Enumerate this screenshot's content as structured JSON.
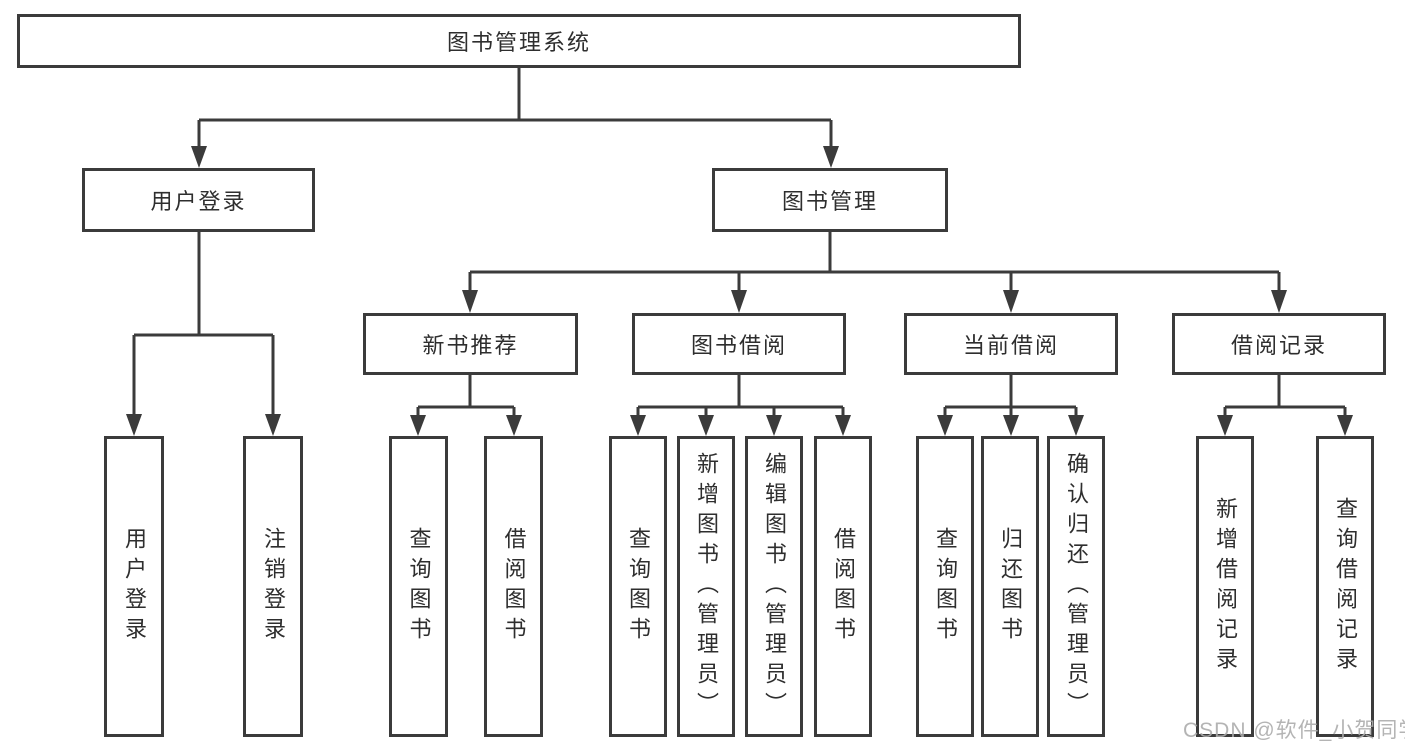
{
  "diagram": {
    "root": {
      "label": "图书管理系统"
    },
    "level2": {
      "user_login": {
        "label": "用户登录"
      },
      "book_management": {
        "label": "图书管理"
      }
    },
    "level3": {
      "new_book_recommend": {
        "label": "新书推荐"
      },
      "book_borrowing": {
        "label": "图书借阅"
      },
      "current_borrowing": {
        "label": "当前借阅"
      },
      "borrowing_records": {
        "label": "借阅记录"
      }
    },
    "leaves": {
      "user_login": {
        "label": "用户登录"
      },
      "logout": {
        "label": "注销登录"
      },
      "nb_query_books": {
        "label": "查询图书"
      },
      "nb_borrow_books": {
        "label": "借阅图书"
      },
      "bw_query_books": {
        "label": "查询图书"
      },
      "bw_add_books": {
        "label": "新增图书（管理员）"
      },
      "bw_edit_books": {
        "label": "编辑图书（管理员）"
      },
      "bw_borrow_books": {
        "label": "借阅图书"
      },
      "cur_query_books": {
        "label": "查询图书"
      },
      "cur_return_books": {
        "label": "归还图书"
      },
      "cur_confirm_return": {
        "label": "确认归还（管理员）"
      },
      "rec_add_record": {
        "label": "新增借阅记录"
      },
      "rec_query_record": {
        "label": "查询借阅记录"
      }
    },
    "colors": {
      "line": "#3b3b3b",
      "text": "#2e2e2e",
      "background": "#ffffff",
      "watermark": "#acacac"
    },
    "watermark": {
      "text": "CSDN @软件_小贺同学"
    }
  }
}
